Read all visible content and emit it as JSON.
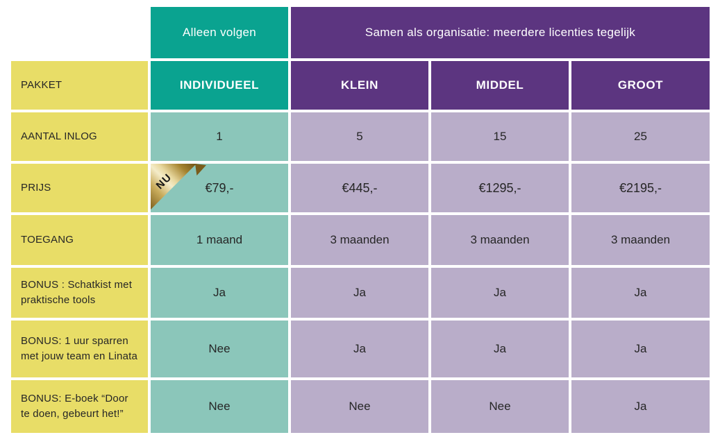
{
  "chart_data": {
    "type": "table",
    "group_headers": [
      {
        "label": "Alleen volgen",
        "span": 1
      },
      {
        "label": "Samen als organisatie: meerdere licenties tegelijk",
        "span": 3
      }
    ],
    "header_row": {
      "label": "PAKKET",
      "columns": [
        "INDIVIDUEEL",
        "KLEIN",
        "MIDDEL",
        "GROOT"
      ]
    },
    "rows": [
      {
        "label": "AANTAL INLOG",
        "values": [
          "1",
          "5",
          "15",
          "25"
        ]
      },
      {
        "label": "PRIJS",
        "badge": "NU",
        "values": [
          "€79,-",
          "€445,-",
          "€1295,-",
          "€2195,-"
        ]
      },
      {
        "label": "TOEGANG",
        "values": [
          "1 maand",
          "3 maanden",
          "3 maanden",
          "3 maanden"
        ]
      },
      {
        "label": "BONUS : Schatkist met praktische tools",
        "values": [
          "Ja",
          "Ja",
          "Ja",
          "Ja"
        ]
      },
      {
        "label": "BONUS: 1 uur sparren met jouw team en Linata",
        "values": [
          "Nee",
          "Ja",
          "Ja",
          "Ja"
        ]
      },
      {
        "label": "BONUS: E-boek “Door te doen, gebeurt het!”",
        "values": [
          "Nee",
          "Nee",
          "Nee",
          "Ja"
        ]
      }
    ],
    "colors": {
      "teal": "#0AA390",
      "teal_light": "#8BC6BA",
      "purple": "#5C3580",
      "purple_light": "#B9ADC9",
      "yellow": "#E8DD67",
      "ribbon_gold_dark": "#6E5115",
      "ribbon_gold_light": "#F4ECC9",
      "text_dark": "#262626",
      "text_light": "#FFFFFF"
    }
  }
}
